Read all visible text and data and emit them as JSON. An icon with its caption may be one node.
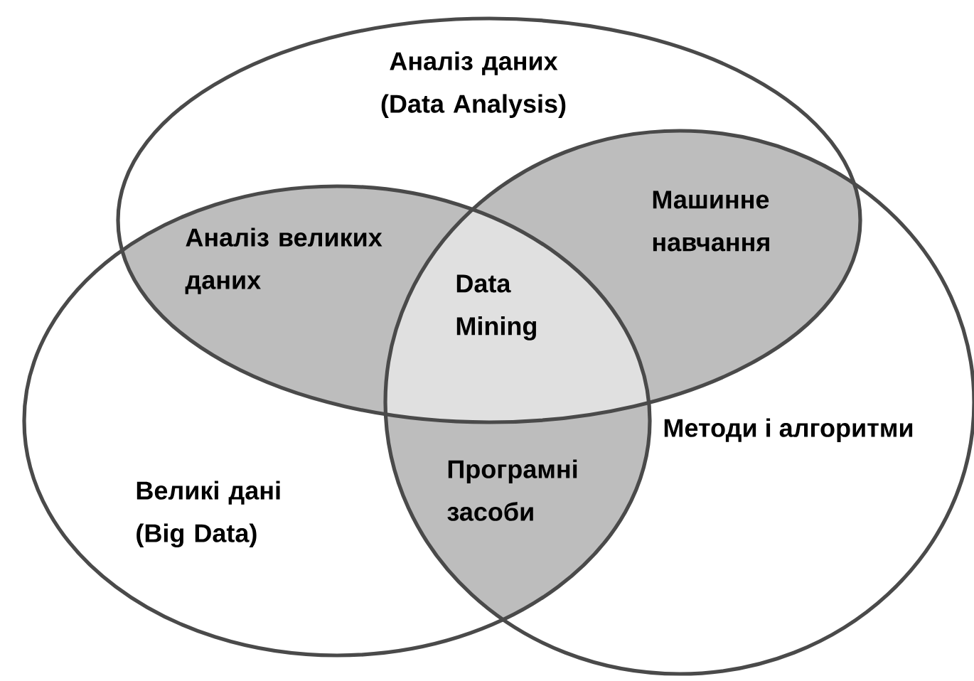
{
  "diagram": {
    "nodes": [
      {
        "text": [
          "Аналіз даних (Data Analysis)"
        ]
      },
      {
        "text": [
          "Великі дані (Big Data)"
        ]
      },
      {
        "text": [
          "Методи і алгоритми"
        ]
      },
      {
        "text": [
          "Аналіз великих даних"
        ]
      },
      {
        "text": [
          "Машинне навчання"
        ]
      },
      {
        "text": [
          "Data Mining"
        ]
      },
      {
        "text": [
          "Програмні засоби"
        ]
      }
    ]
  }
}
